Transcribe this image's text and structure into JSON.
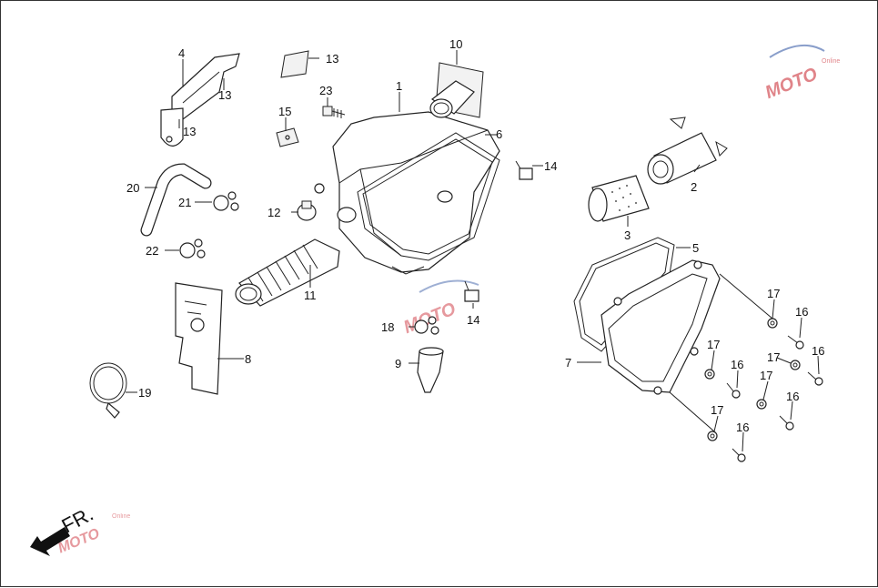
{
  "diagram": {
    "direction_marker": "FR.",
    "watermark": {
      "text": "MOTO",
      "sub": "Online",
      "color_red": "#c8202a",
      "color_blue": "#2a4fa0"
    },
    "callouts": {
      "c1": "1",
      "c2": "2",
      "c3": "3",
      "c4": "4",
      "c5": "5",
      "c6": "6",
      "c7": "7",
      "c8": "8",
      "c9": "9",
      "c10": "10",
      "c11": "11",
      "c12": "12",
      "c13a": "13",
      "c13b": "13",
      "c13c": "13",
      "c14a": "14",
      "c14b": "14",
      "c15": "15",
      "c16a": "16",
      "c16b": "16",
      "c16c": "16",
      "c16d": "16",
      "c16e": "16",
      "c17a": "17",
      "c17b": "17",
      "c17c": "17",
      "c17d": "17",
      "c17e": "17",
      "c18": "18",
      "c19": "19",
      "c20": "20",
      "c21": "21",
      "c22": "22",
      "c23": "23"
    }
  }
}
